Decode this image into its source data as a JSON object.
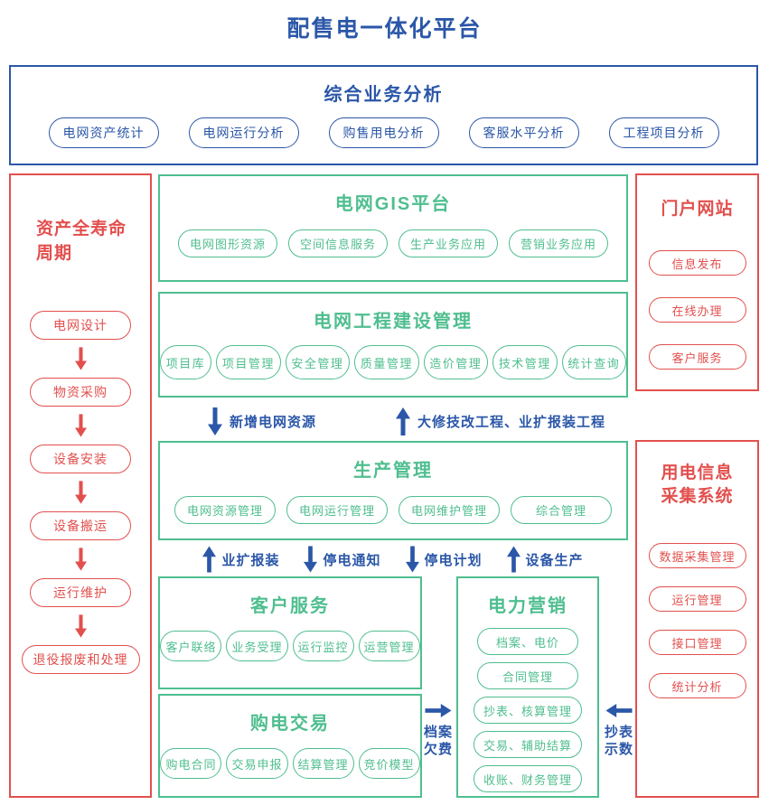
{
  "title": "配售电一体化平台",
  "colors": {
    "blue": "#2B57A8",
    "green": "#4FBE8F",
    "red": "#E2504E"
  },
  "analysis": {
    "title": "综合业务分析",
    "pills": [
      "电网资产统计",
      "电网运行分析",
      "购售用电分析",
      "客服水平分析",
      "工程项目分析"
    ]
  },
  "lifecycle": {
    "title_lines": [
      "资产全寿命",
      "周期"
    ],
    "steps": [
      "电网设计",
      "物资采购",
      "设备安装",
      "设备搬运",
      "运行维护",
      "退役报废和处理"
    ]
  },
  "gis": {
    "title": "电网GIS平台",
    "pills": [
      "电网图形资源",
      "空间信息服务",
      "生产业务应用",
      "营销业务应用"
    ]
  },
  "construction": {
    "title": "电网工程建设管理",
    "pills": [
      "项目库",
      "项目管理",
      "安全管理",
      "质量管理",
      "造价管理",
      "技术管理",
      "统计查询"
    ]
  },
  "flow1": {
    "down": "新增电网资源",
    "up": "大修技改工程、业扩报装工程"
  },
  "production": {
    "title": "生产管理",
    "pills": [
      "电网资源管理",
      "电网运行管理",
      "电网维护管理",
      "综合管理"
    ]
  },
  "flow2": {
    "up1": "业扩报装",
    "down1": "停电通知",
    "down2": "停电计划",
    "up2": "设备生产"
  },
  "customer": {
    "title": "客户服务",
    "pills": [
      "客户联络",
      "业务受理",
      "运行监控",
      "运营管理"
    ]
  },
  "marketing": {
    "title": "电力营销",
    "pills": [
      "档案、电价",
      "合同管理",
      "抄表、核算管理",
      "交易、辅助结算",
      "收账、财务管理"
    ]
  },
  "trade": {
    "title": "购电交易",
    "pills": [
      "购电合同",
      "交易申报",
      "结算管理",
      "竞价模型"
    ]
  },
  "flow_archive": {
    "lines": [
      "档案",
      "欠费"
    ]
  },
  "flow_meter": {
    "lines": [
      "抄表",
      "示数"
    ]
  },
  "portal": {
    "title": "门户网站",
    "pills": [
      "信息发布",
      "在线办理",
      "客户服务"
    ]
  },
  "collection": {
    "title_lines": [
      "用电信息",
      "采集系统"
    ],
    "pills": [
      "数据采集管理",
      "运行管理",
      "接口管理",
      "统计分析"
    ]
  }
}
